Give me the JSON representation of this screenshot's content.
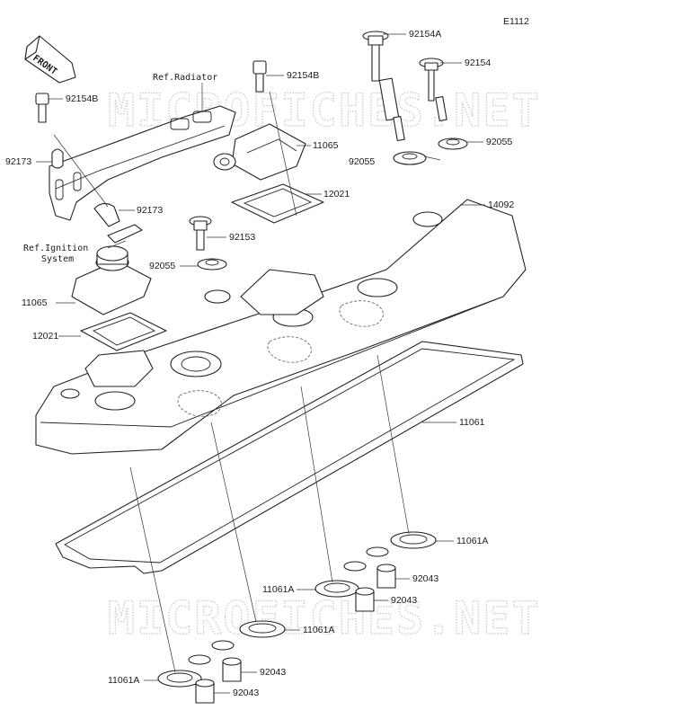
{
  "diagram_code": "E1112",
  "front_label": "FRONT",
  "watermark": "MICROFICHES.NET",
  "refs": {
    "radiator": "Ref.Radiator",
    "ignition_line1": "Ref.Ignition",
    "ignition_line2": "System"
  },
  "callouts": {
    "c92154A": "92154A",
    "c92154": "92154",
    "c92154B_top": "92154B",
    "c92154B_left": "92154B",
    "c92173_left": "92173",
    "c92173_mid": "92173",
    "c11065_top": "11065",
    "c11065_left": "11065",
    "c12021_top": "12021",
    "c12021_left": "12021",
    "c92055_a": "92055",
    "c92055_b": "92055",
    "c92055_c": "92055",
    "c14092": "14092",
    "c92153": "92153",
    "c11061": "11061",
    "c11061A_1": "11061A",
    "c11061A_2": "11061A",
    "c11061A_3": "11061A",
    "c11061A_4": "11061A",
    "c92043_1": "92043",
    "c92043_2": "92043",
    "c92043_3": "92043",
    "c92043_4": "92043"
  }
}
